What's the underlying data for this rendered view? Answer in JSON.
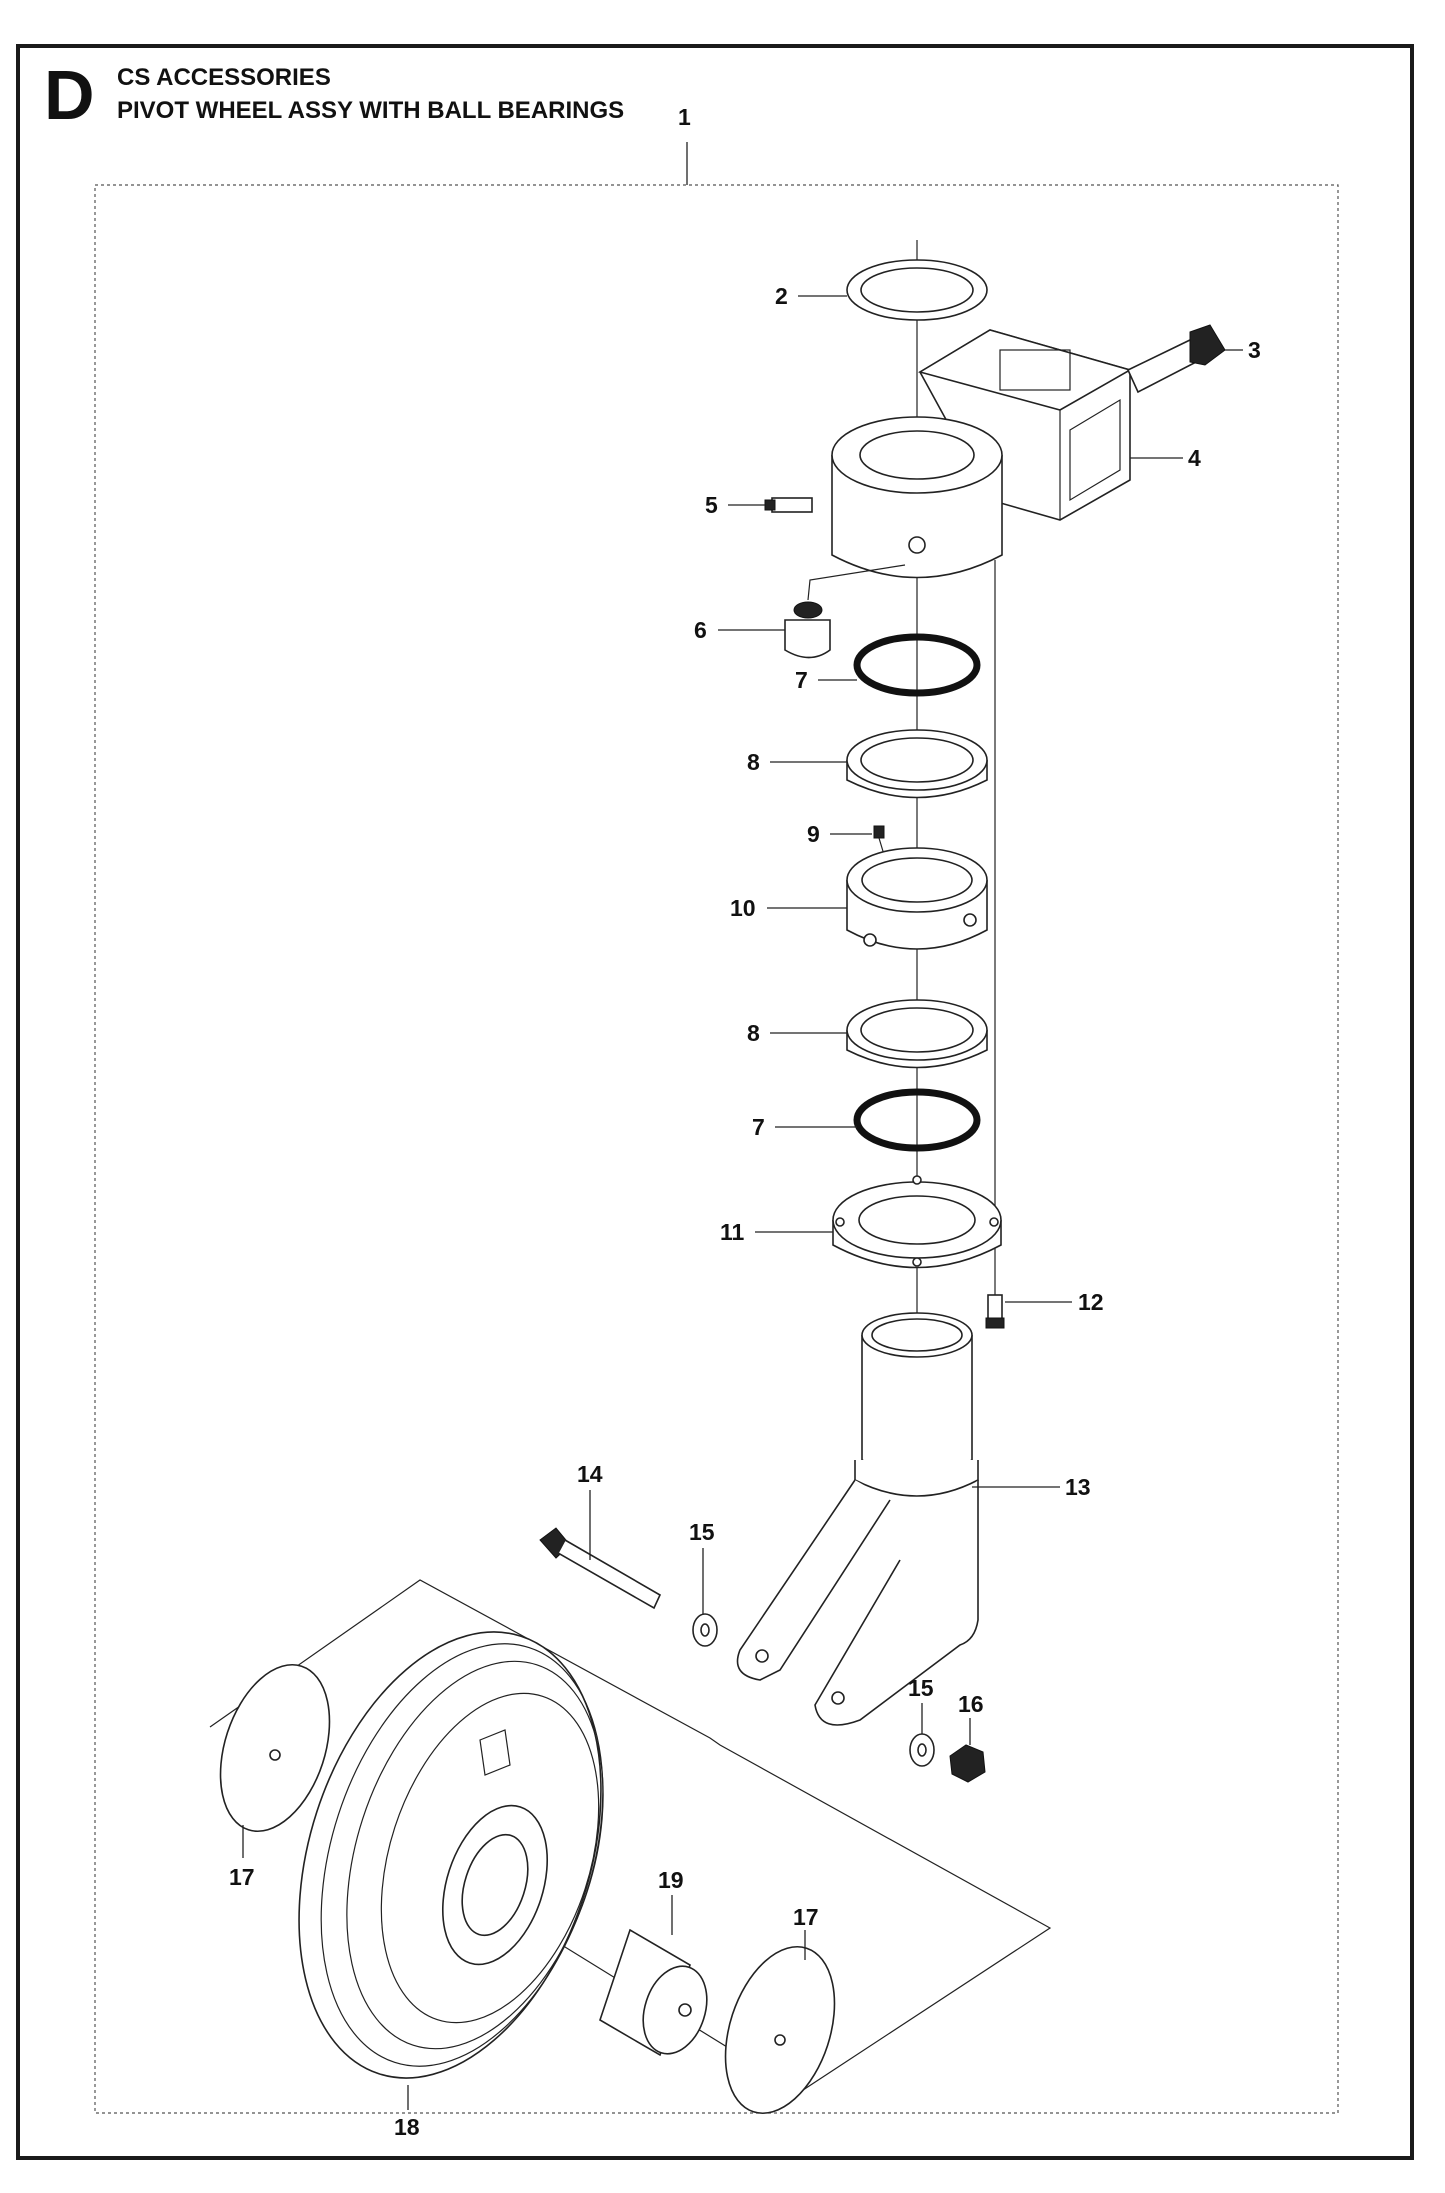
{
  "header": {
    "section_letter": "D",
    "title": "CS ACCESSORIES",
    "subtitle": "PIVOT WHEEL ASSY WITH BALL BEARINGS"
  },
  "callouts": {
    "c1": "1",
    "c2": "2",
    "c3": "3",
    "c4": "4",
    "c5": "5",
    "c6": "6",
    "c7a": "7",
    "c7b": "7",
    "c8a": "8",
    "c8b": "8",
    "c9": "9",
    "c10": "10",
    "c11": "11",
    "c12": "12",
    "c13": "13",
    "c14": "14",
    "c15a": "15",
    "c15b": "15",
    "c16": "16",
    "c17a": "17",
    "c17b": "17",
    "c18": "18",
    "c19": "19"
  },
  "colors": {
    "line": "#222222",
    "frame": "#1a1a1a",
    "background": "#ffffff"
  }
}
